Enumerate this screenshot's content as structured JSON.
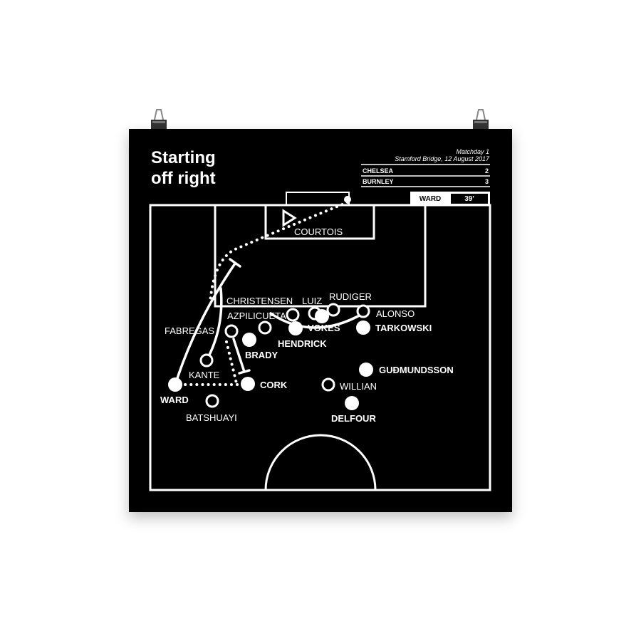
{
  "title_line1": "Starting",
  "title_line2": "off right",
  "match": {
    "matchday": "Matchday 1",
    "venue_date": "Stamford Bridge, 12 August 2017",
    "teams": [
      {
        "name": "CHELSEA",
        "score": "2"
      },
      {
        "name": "BURNLEY",
        "score": "3"
      }
    ]
  },
  "goal": {
    "scorer": "WARD",
    "minute": "39'"
  },
  "players": {
    "courtois": "COURTOIS",
    "christensen": "CHRISTENSEN",
    "luiz": "LUIZ",
    "rudiger": "RUDIGER",
    "alonso": "ALONSO",
    "azpilicueta": "AZPILICUETA",
    "fabregas": "FABREGAS",
    "vokes": "VOKES",
    "tarkowski": "TARKOWSKI",
    "hendrick": "HENDRICK",
    "brady": "BRADY",
    "kante": "KANTE",
    "cork": "CORK",
    "gudmundsson": "GUÐMUNDSSON",
    "willian": "WILLIAN",
    "ward": "WARD",
    "batshuayi": "BATSHUAYI",
    "delfour": "DELFOUR"
  },
  "colors": {
    "background": "#000000",
    "foreground": "#ffffff"
  }
}
